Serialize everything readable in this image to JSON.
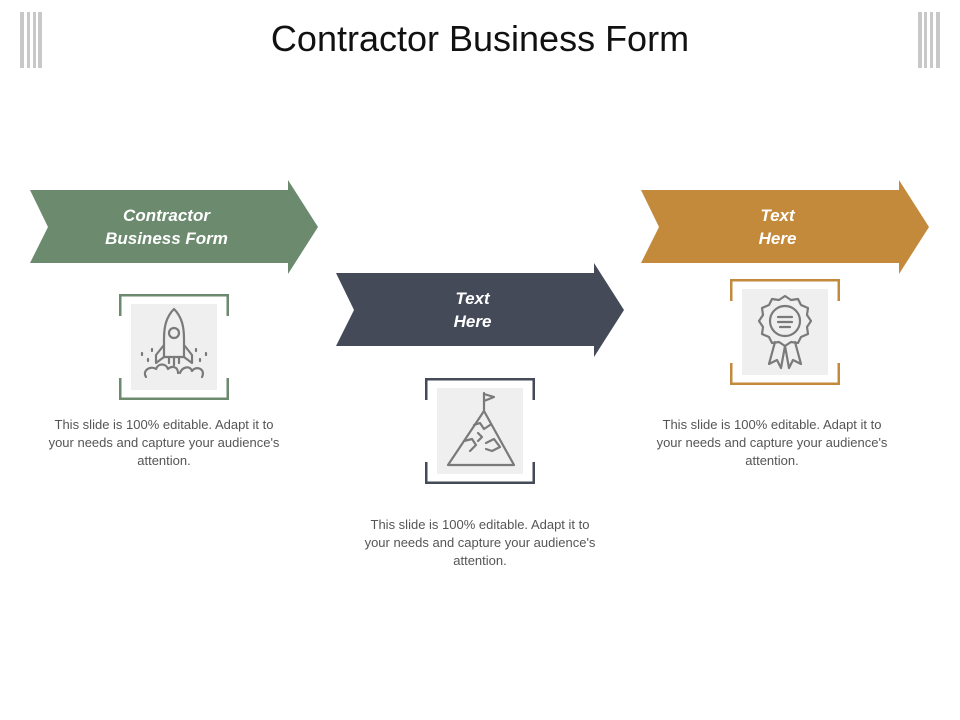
{
  "slide": {
    "title": "Contractor Business Form"
  },
  "steps": [
    {
      "label": "Contractor\nBusiness Form",
      "color": "#6b8a6e",
      "icon": "rocket-icon",
      "description": "This slide is 100% editable. Adapt it to your needs and capture your audience's attention."
    },
    {
      "label": "Text\nHere",
      "color": "#454a59",
      "icon": "mountain-flag-icon",
      "description": "This slide is 100% editable. Adapt it to your needs and capture your audience's attention."
    },
    {
      "label": "Text\nHere",
      "color": "#c48a3c",
      "icon": "award-ribbon-icon",
      "description": "This slide is 100% editable. Adapt it to your needs and capture your audience's attention."
    }
  ],
  "colors": {
    "icon_stroke": "#7a7a7a",
    "icon_background": "#efefef",
    "decor_bars": "#c8c8c8"
  }
}
